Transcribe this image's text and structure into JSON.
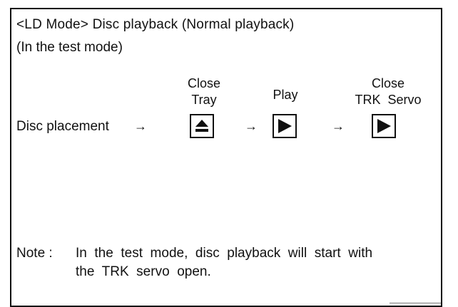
{
  "diagram": {
    "title": "<LD Mode> Disc playback (Normal playback)",
    "subtitle": "(In the test mode)",
    "start_label": "Disc placement",
    "arrow_glyph": "→",
    "steps": [
      {
        "label_lines": [
          "Close",
          "Tray"
        ],
        "key_icon": "eject-icon"
      },
      {
        "label_lines": [
          "Play"
        ],
        "key_icon": "play-icon"
      },
      {
        "label_lines": [
          "Close",
          "TRK  Servo"
        ],
        "key_icon": "play-icon"
      }
    ]
  },
  "note": {
    "label": "Note :",
    "line1": "In  the  test  mode,  disc  playback  will  start  with",
    "line2": "the  TRK  servo  open."
  }
}
